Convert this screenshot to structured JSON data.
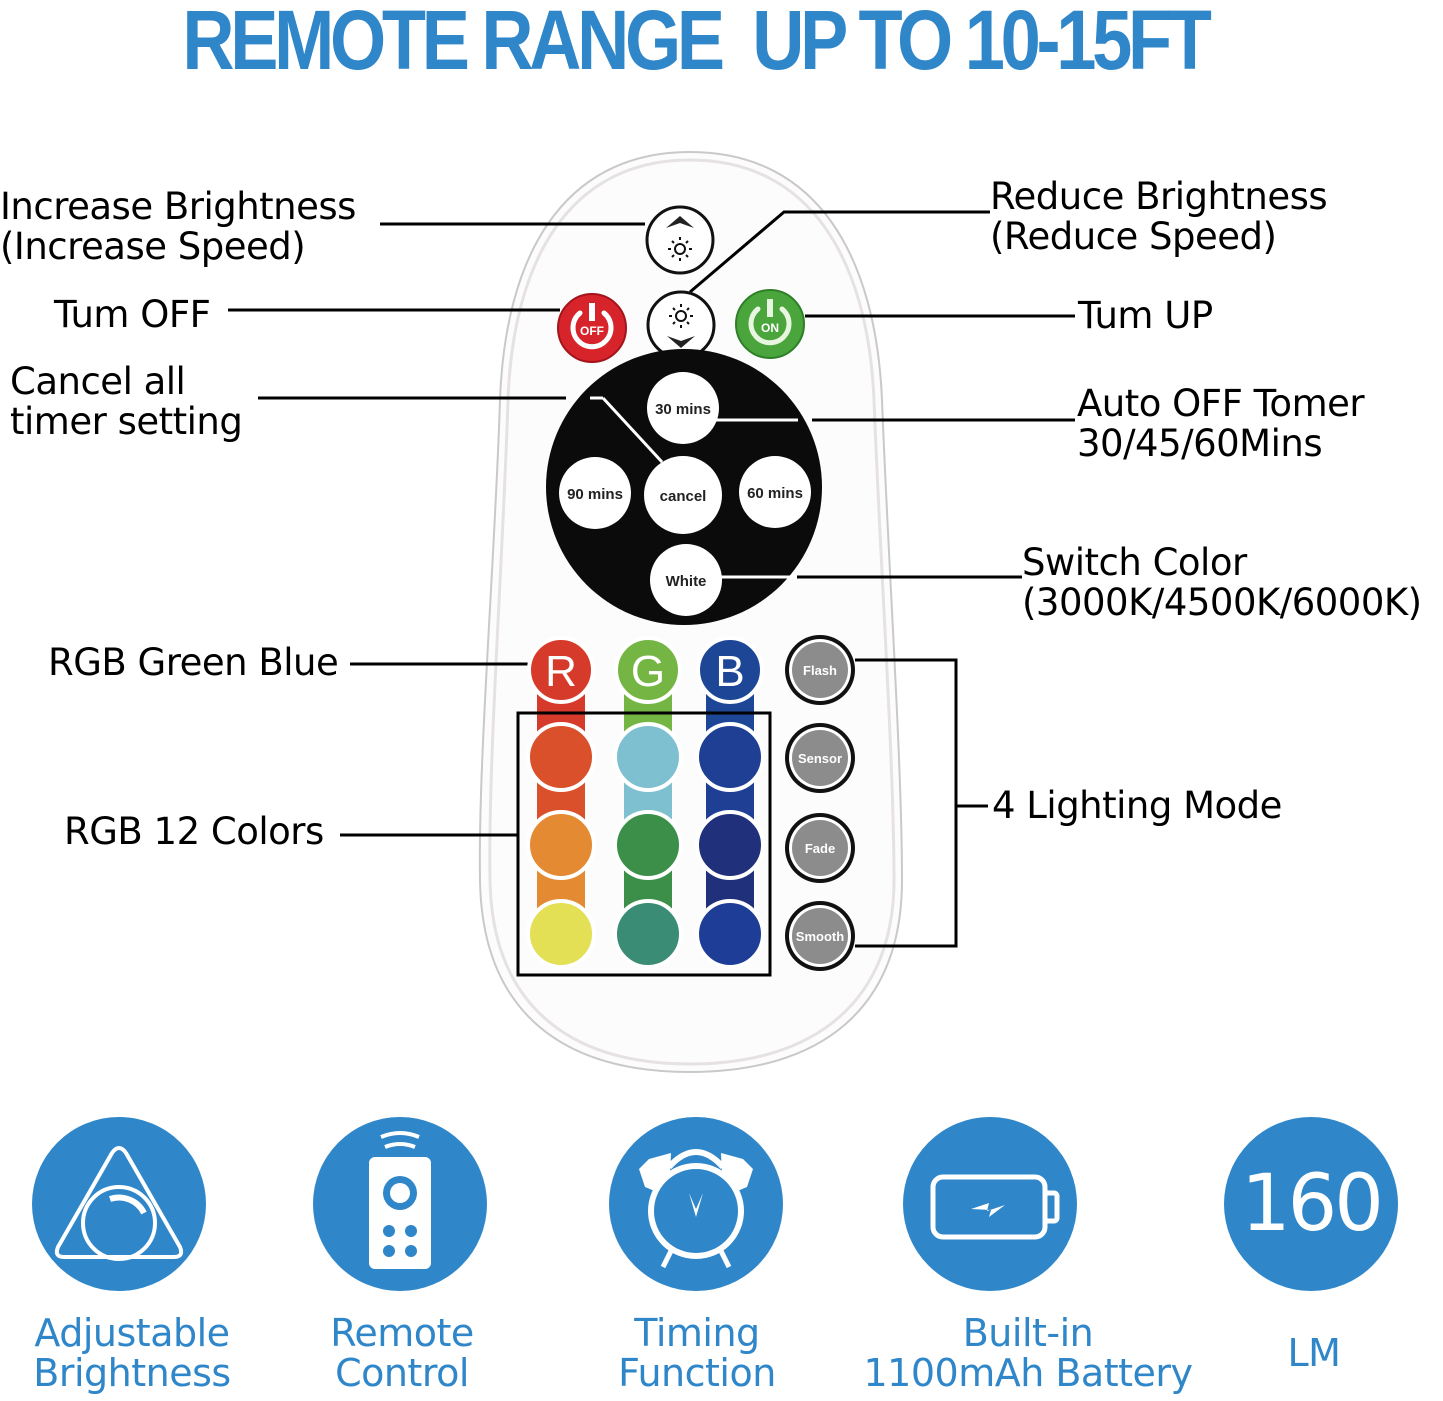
{
  "headline": "REMOTE RANGE  UP TO 10-15FT",
  "callouts": {
    "increase_brightness": [
      "Increase Brightness",
      "(Increase Speed)"
    ],
    "reduce_brightness": [
      "Reduce Brightness",
      "(Reduce Speed)"
    ],
    "turn_off": "Tum OFF",
    "turn_up": "Tum UP",
    "cancel_timer": [
      "Cancel all",
      "timer setting"
    ],
    "auto_off_timer": [
      "Auto OFF Tomer",
      "30/45/60Mins"
    ],
    "switch_color": [
      "Switch Color",
      "(3000K/4500K/6000K)"
    ],
    "rgb_green_blue": "RGB Green Blue",
    "rgb_12_colors": "RGB 12 Colors",
    "lighting_mode": "4 Lighting Mode"
  },
  "remote": {
    "power_off_label": "OFF",
    "power_on_label": "ON",
    "timer_buttons": {
      "top": "30 mins",
      "left": "90 mins",
      "center": "cancel",
      "right": "60 mins",
      "bottom": "White"
    },
    "rgb_headers": [
      "R",
      "G",
      "B"
    ],
    "color_grid": [
      [
        "#d9502a",
        "#7fc0d0",
        "#1e3f93"
      ],
      [
        "#e38a33",
        "#3b8f48",
        "#20307a"
      ],
      [
        "#e3e055",
        "#3a8d74",
        "#1e3d96"
      ]
    ],
    "header_colors": [
      "#d63a2a",
      "#74b544",
      "#1d4796"
    ],
    "mode_buttons": [
      "Flash",
      "Sensor",
      "Fade",
      "Smooth"
    ],
    "off_color": "#d7232a",
    "on_color": "#4aa53c",
    "mode_color": "#8c8c8c"
  },
  "features": [
    {
      "icon": "adjustable-brightness-icon",
      "label": [
        "Adjustable",
        "Brightness"
      ]
    },
    {
      "icon": "remote-control-icon",
      "label": [
        "Remote",
        "Control"
      ]
    },
    {
      "icon": "alarm-clock-icon",
      "label": [
        "Timing",
        "Function"
      ]
    },
    {
      "icon": "battery-icon",
      "label": [
        "Built-in",
        "1100mAh Battery"
      ]
    },
    {
      "icon": "lumens-value",
      "value": "160",
      "label": [
        "LM"
      ]
    }
  ],
  "accent_color": "#2f86c9"
}
